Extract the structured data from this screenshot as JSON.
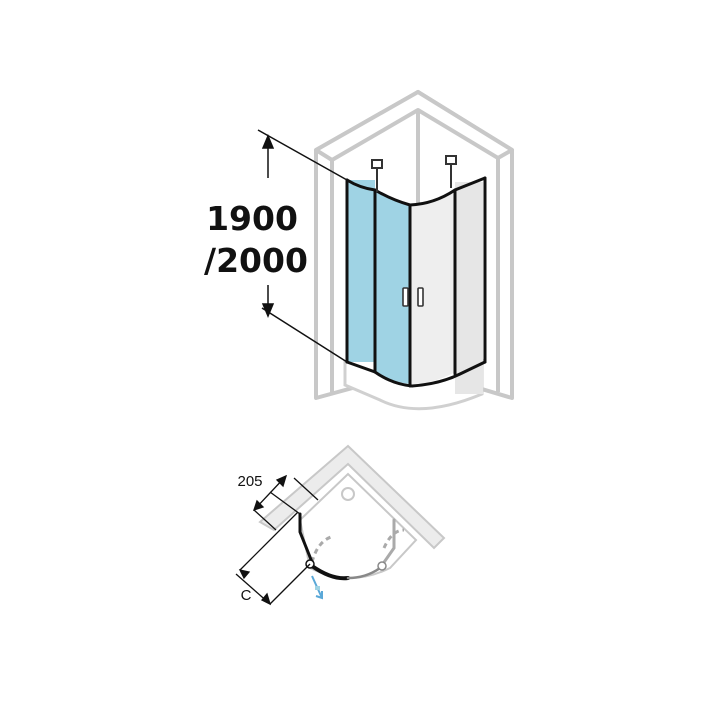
{
  "figure": {
    "height_label_line1": "1900",
    "height_label_line2": "/2000",
    "plan_dimension_label": "205",
    "plan_variable_label": "C"
  },
  "colors": {
    "wall": "#c8c8c8",
    "wall_fill": "#ececec",
    "glass": "#9fd3e4",
    "glass_fixed": "#e6e6e6",
    "frame": "#111111",
    "open_arrow": "#5aa8d8",
    "swing_path": "#aaaaaa"
  },
  "icons": {
    "door_handle": "door-handle-icon",
    "wall_bracket": "wall-bracket-icon",
    "open_direction": "opening-direction-arrow-icon"
  }
}
